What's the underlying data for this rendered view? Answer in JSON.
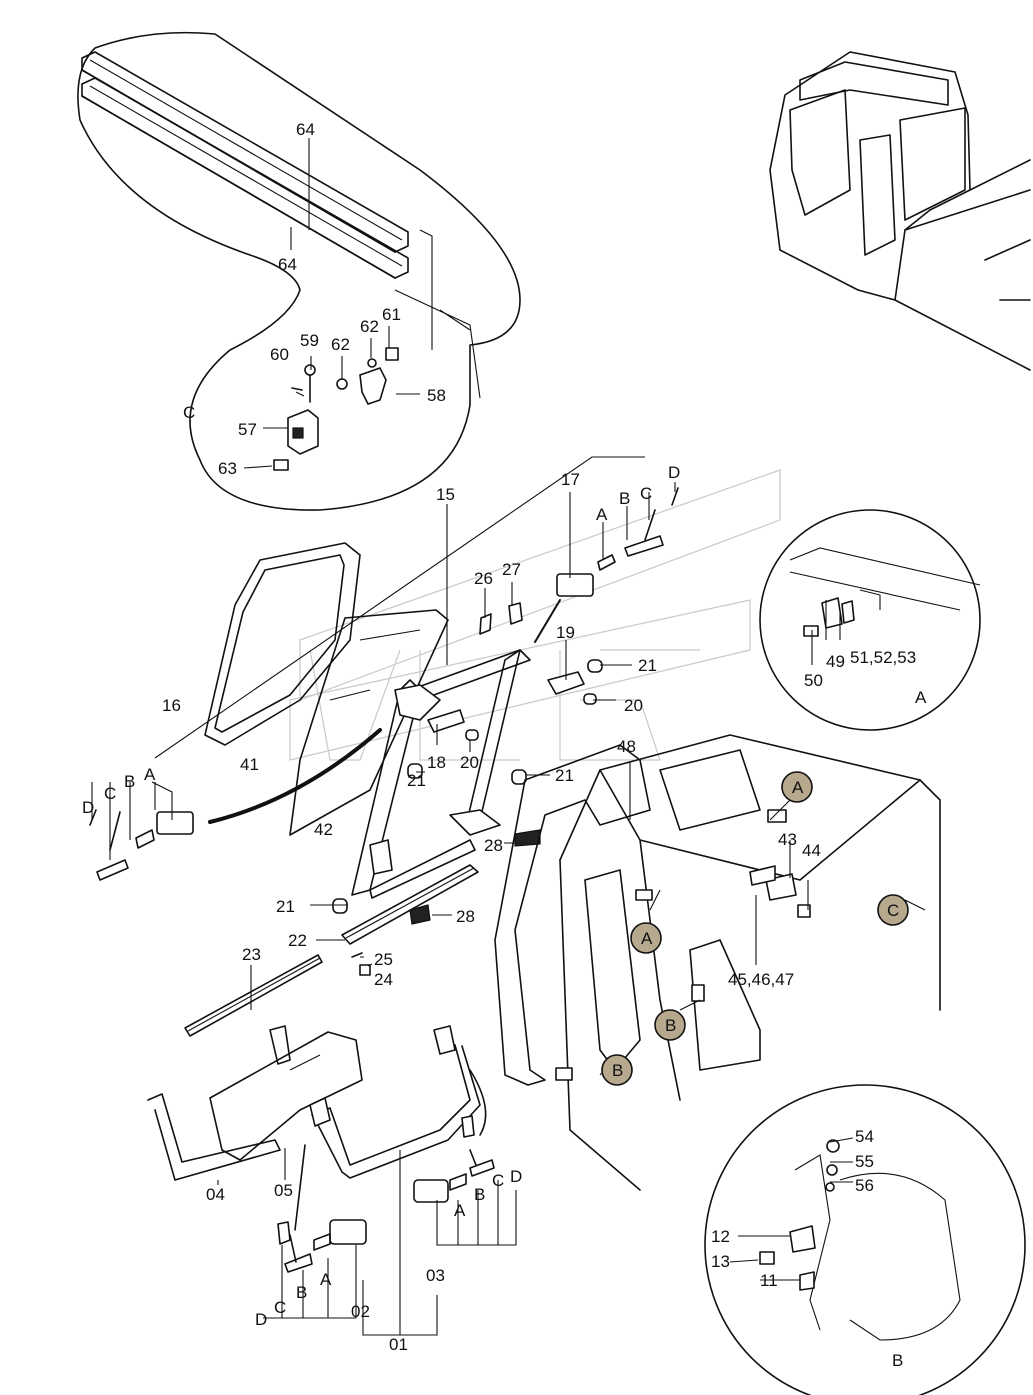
{
  "labels": {
    "p01": "01",
    "p02": "02",
    "p03": "03",
    "p04": "04",
    "p05": "05",
    "p11": "11",
    "p12": "12",
    "p13": "13",
    "p15": "15",
    "p16": "16",
    "p17": "17",
    "p18": "18",
    "p19": "19",
    "p20a": "20",
    "p20b": "20",
    "p21a": "21",
    "p21b": "21",
    "p21c": "21",
    "p21d": "21",
    "p22": "22",
    "p23": "23",
    "p24": "24",
    "p25": "25",
    "p26": "26",
    "p27": "27",
    "p28a": "28",
    "p28b": "28",
    "p41": "41",
    "p42": "42",
    "p43": "43",
    "p44": "44",
    "p45_47": "45,46,47",
    "p48": "48",
    "p49": "49",
    "p50": "50",
    "p51_53": "51,52,53",
    "p54": "54",
    "p55": "55",
    "p56": "56",
    "p57": "57",
    "p58": "58",
    "p59": "59",
    "p60": "60",
    "p61": "61",
    "p62a": "62",
    "p62b": "62",
    "p63": "63",
    "p64a": "64",
    "p64b": "64"
  },
  "letters": {
    "A": "A",
    "B": "B",
    "C": "C",
    "D": "D"
  },
  "detail_views": {
    "view_a": "A",
    "view_b": "B",
    "view_c": "C"
  }
}
